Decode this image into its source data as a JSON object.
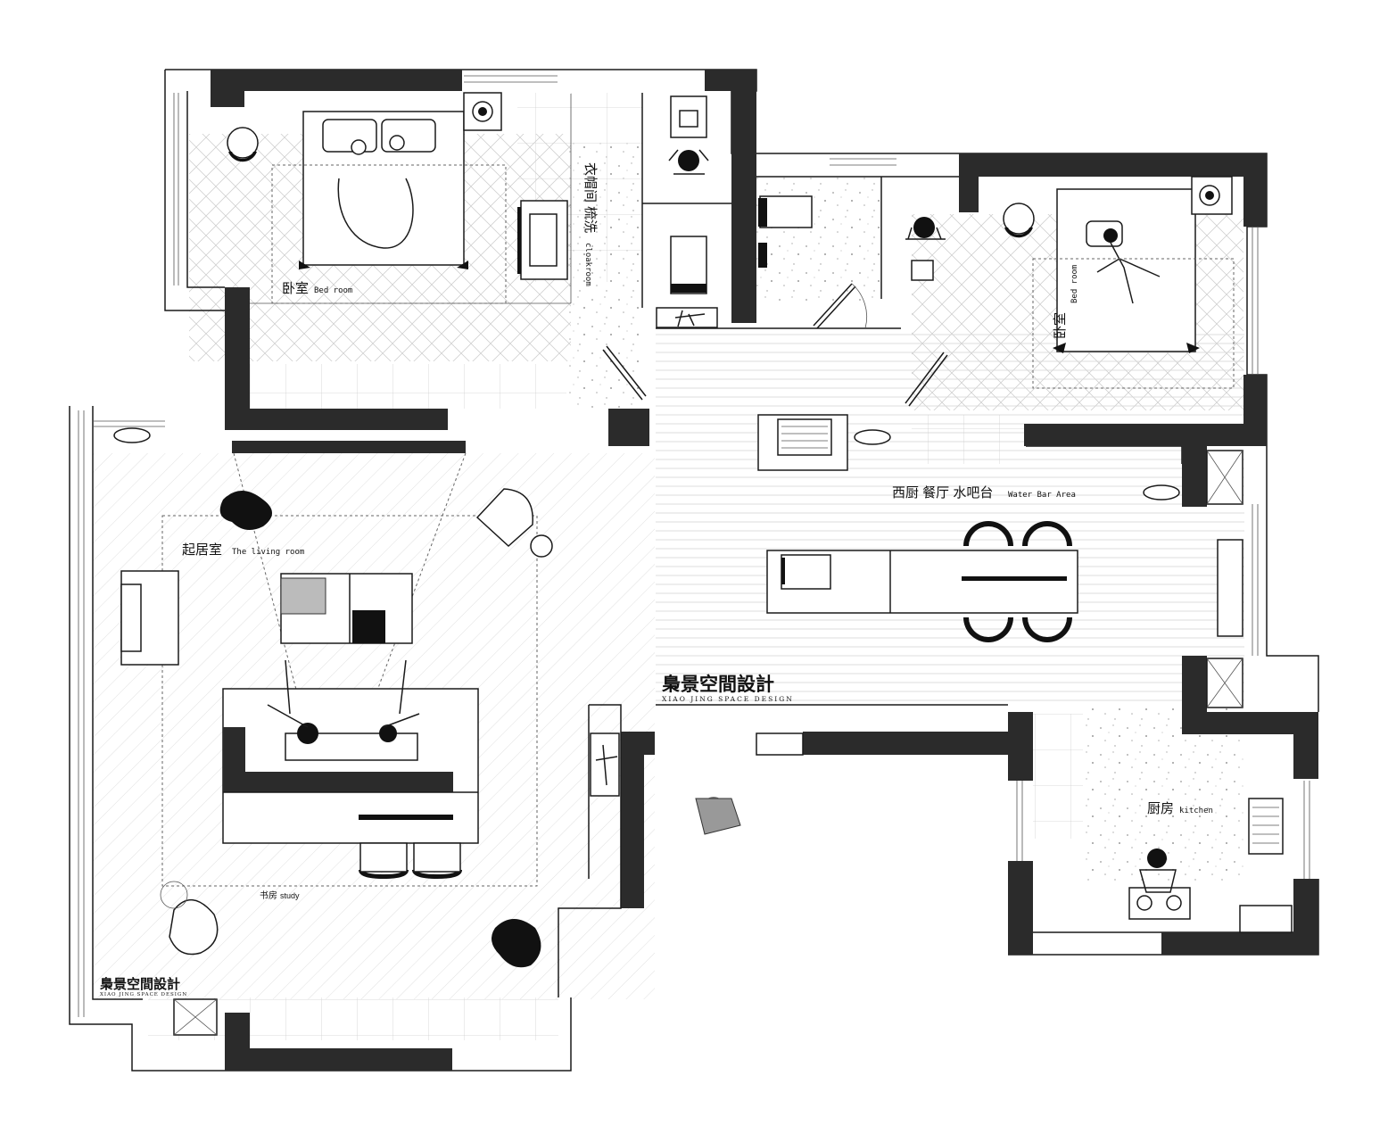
{
  "rooms": {
    "bedroom_left": {
      "cn": "卧室",
      "en": "Bed room"
    },
    "cloakroom": {
      "cn": "衣帽间  梳洗",
      "en": "cloakroom"
    },
    "bedroom_right": {
      "cn": "卧室",
      "en": "Bed room"
    },
    "living": {
      "cn": "起居室",
      "en": "The living room"
    },
    "dining": {
      "cn": "西厨  餐厅  水吧台",
      "en": "Water Bar Area"
    },
    "study": {
      "cn": "书房",
      "en": "study"
    },
    "kitchen": {
      "cn": "厨房",
      "en": "kitchen"
    }
  },
  "brand": {
    "cn": "梟景空間設計",
    "en": "XIAO JING SPACE DESIGN"
  }
}
